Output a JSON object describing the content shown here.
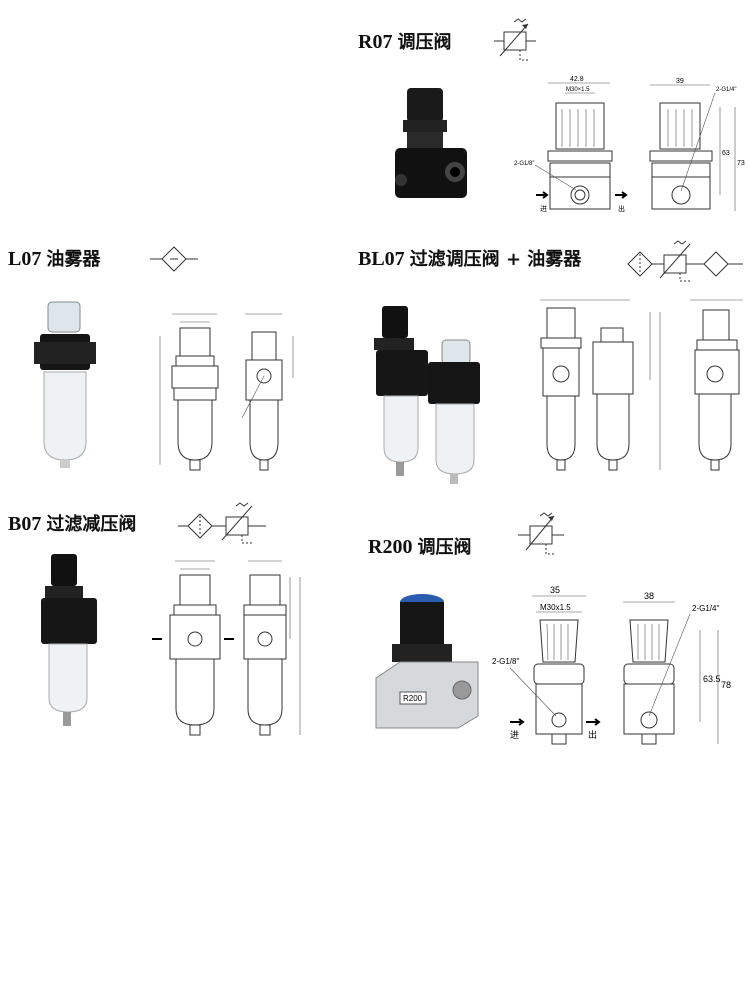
{
  "sections": {
    "r07": {
      "model": "R07",
      "name": "调压阀",
      "dims": {
        "width_front": "42.8",
        "thread": "M30×1.5",
        "port_in": "2-G1/8\"",
        "width_side": "39",
        "port_side": "2-G1/4\"",
        "height_inner": "63",
        "height_total": "73",
        "in_label": "进",
        "out_label": "出"
      }
    },
    "l07": {
      "model": "L07",
      "name": "油雾器"
    },
    "bl07": {
      "model": "BL07",
      "name": "过滤调压阀 + 油雾器"
    },
    "b07": {
      "model": "B07",
      "name": "过滤减压阀"
    },
    "r200": {
      "model": "R200",
      "name": "调压阀",
      "dims": {
        "width_front": "35",
        "thread": "M30x1.5",
        "port_in": "2-G1/8\"",
        "width_side": "38",
        "port_side": "2-G1/4\"",
        "height_inner": "63.5",
        "height_total": "78",
        "in_label": "进",
        "out_label": "出",
        "body_label": "R200"
      }
    }
  }
}
